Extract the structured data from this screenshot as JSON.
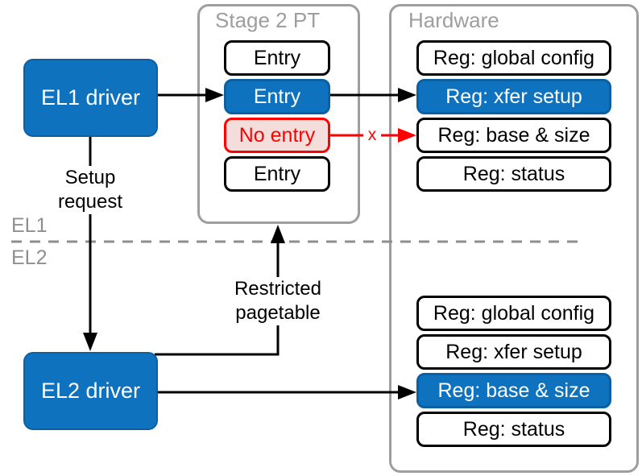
{
  "diagram": {
    "el1_label": "EL1",
    "el2_label": "EL2",
    "el1_driver": "EL1 driver",
    "el2_driver": "EL2 driver",
    "setup_request_note": "Setup request",
    "restricted_pagetable_note": "Restricted pagetable",
    "blocked_marker": "x",
    "stage2pt": {
      "title": "Stage 2 PT",
      "entries": [
        {
          "label": "Entry",
          "state": "normal"
        },
        {
          "label": "Entry",
          "state": "active"
        },
        {
          "label": "No entry",
          "state": "blocked"
        },
        {
          "label": "Entry",
          "state": "normal"
        }
      ]
    },
    "hardware": {
      "title": "Hardware",
      "el1_registers": [
        {
          "label": "Reg: global config",
          "state": "normal"
        },
        {
          "label": "Reg: xfer setup",
          "state": "active"
        },
        {
          "label": "Reg: base & size",
          "state": "normal"
        },
        {
          "label": "Reg: status",
          "state": "normal"
        }
      ],
      "el2_registers": [
        {
          "label": "Reg: global config",
          "state": "normal"
        },
        {
          "label": "Reg: xfer setup",
          "state": "normal"
        },
        {
          "label": "Reg: base & size",
          "state": "active"
        },
        {
          "label": "Reg: status",
          "state": "normal"
        }
      ]
    },
    "colors": {
      "accent_blue": "#0e72be",
      "accent_blue_dark": "#0b60a4",
      "blocked_red": "#ff0000",
      "blocked_fill": "#f3dedc",
      "panel_gray": "#9e9e9e",
      "label_gray": "#8f8f8f",
      "line_black": "#000000"
    }
  }
}
